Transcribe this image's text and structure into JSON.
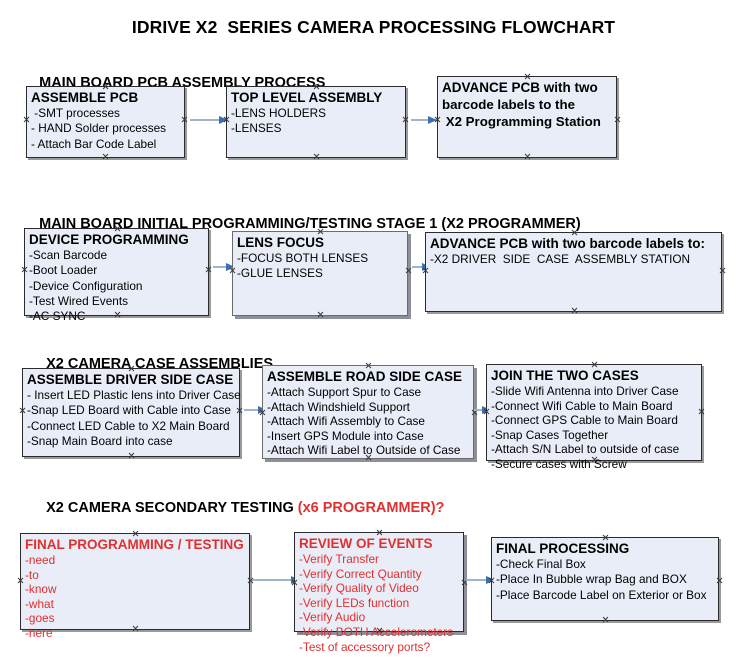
{
  "document": {
    "title": "IDRIVE X2  SERIES CAMERA PROCESSING FLOWCHART"
  },
  "colors": {
    "box_fill": "#e9edf7",
    "box_border": "#2b2b2b",
    "accent_red": "#e03030",
    "arrow_line": "#9fb4cd",
    "arrow_head": "#3a6fb5"
  },
  "sections": [
    {
      "heading": "MAIN BOARD PCB ASSEMBLY PROCESS",
      "heading_accent": "",
      "boxes": [
        {
          "title": "ASSEMBLE PCB",
          "lines": [
            " -SMT processes",
            "- HAND Solder processes",
            "- Attach Bar Code Label"
          ]
        },
        {
          "title": "TOP LEVEL ASSEMBLY",
          "lines": [
            "-LENS HOLDERS",
            "-LENSES"
          ]
        },
        {
          "title": "ADVANCE PCB with two",
          "lines": [
            "barcode labels to the",
            " X2 Programming Station"
          ]
        }
      ]
    },
    {
      "heading": "MAIN BOARD INITIAL PROGRAMMING/TESTING STAGE 1 (X2 PROGRAMMER)",
      "heading_accent": "",
      "boxes": [
        {
          "title": "DEVICE PROGRAMMING",
          "lines": [
            "-Scan Barcode",
            "-Boot Loader",
            "-Device Configuration",
            "-Test Wired Events",
            "-AC SYNC"
          ]
        },
        {
          "title": "LENS FOCUS",
          "lines": [
            "-FOCUS BOTH LENSES",
            "-GLUE LENSES"
          ]
        },
        {
          "title": "ADVANCE PCB with two barcode labels to:",
          "lines": [
            "-X2 DRIVER  SIDE  CASE  ASSEMBLY STATION"
          ]
        }
      ]
    },
    {
      "heading": "X2 CAMERA CASE ASSEMBLIES",
      "heading_accent": "",
      "boxes": [
        {
          "title": "ASSEMBLE DRIVER SIDE CASE",
          "lines": [
            "- Insert LED Plastic lens into Driver Case",
            "-Snap LED Board with Cable into Case",
            "-Connect LED Cable to X2 Main Board",
            "-Snap Main Board into case"
          ]
        },
        {
          "title": "ASSEMBLE ROAD SIDE CASE",
          "lines": [
            "-Attach Support Spur to Case",
            "-Attach Windshield Support",
            "-Attach Wifi Assembly to Case",
            "-Insert GPS Module into Case",
            "-Attach Wifi Label to Outside of Case"
          ]
        },
        {
          "title": "JOIN THE TWO CASES",
          "lines": [
            "-Slide Wifi Antenna into Driver Case",
            "-Connect Wifi Cable to Main Board",
            "-Connect GPS Cable to Main Board",
            "-Snap Cases Together",
            "-Attach S/N Label to outside of case",
            "-Secure cases with Screw"
          ]
        }
      ]
    },
    {
      "heading": "X2 CAMERA SECONDARY TESTING ",
      "heading_accent": "(x6 PROGRAMMER)?",
      "boxes": [
        {
          "title": "FINAL PROGRAMMING / TESTING",
          "lines": [
            "-need",
            "-to",
            "-know",
            "-what",
            "-goes",
            "-here"
          ]
        },
        {
          "title": "REVIEW OF EVENTS",
          "lines": [
            "-Verify Transfer",
            "-Verify Correct Quantity",
            "-Verify Quality of Video",
            "-Verify LEDs function",
            "-Verify Audio",
            "-Verify BOTH Accelerometers",
            "-Test of accessory ports?"
          ]
        },
        {
          "title": "FINAL PROCESSING",
          "lines": [
            "-Check Final Box",
            "-Place In Bubble wrap Bag and BOX",
            "-Place Barcode Label on Exterior or Box"
          ]
        }
      ]
    }
  ]
}
